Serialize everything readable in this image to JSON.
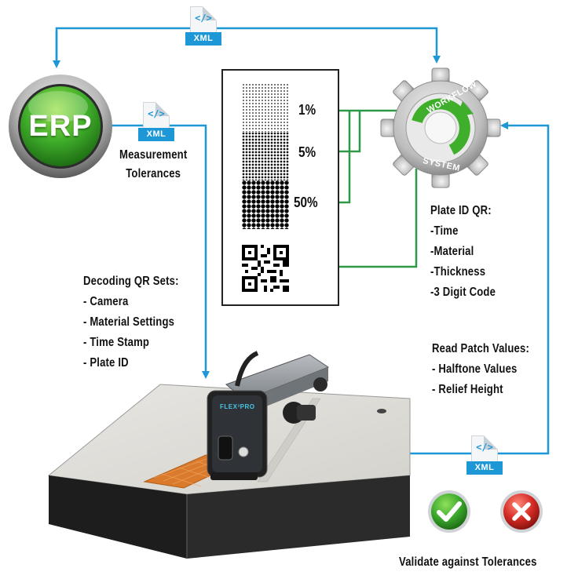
{
  "erp": {
    "label": "ERP"
  },
  "xml": {
    "tag": "XML",
    "code": "</>"
  },
  "workflow": {
    "top_text": "WORKFLOW",
    "bottom_text": "SYSTEM"
  },
  "measurement": {
    "line1": "Measurement",
    "line2": "Tolerances"
  },
  "patches": [
    {
      "label": "1%"
    },
    {
      "label": "5%"
    },
    {
      "label": "50%"
    }
  ],
  "plate_id": {
    "title": "Plate ID QR:",
    "items": [
      "-Time",
      "-Material",
      "-Thickness",
      "-3 Digit Code"
    ]
  },
  "decoding": {
    "title": "Decoding QR Sets:",
    "items": [
      "- Camera",
      "- Material Settings",
      "- Time Stamp",
      "- Plate ID"
    ]
  },
  "read_patch": {
    "title": "Read Patch Values:",
    "items": [
      "- Halftone Values",
      "- Relief Height"
    ]
  },
  "device": {
    "brand": "FLEX³PRO"
  },
  "validate": {
    "label": "Validate against Tolerances"
  },
  "colors": {
    "blue": "#1e97d6",
    "green": "#2e9a48",
    "erp_green": "#3fae2a",
    "reject_red": "#d42a24"
  }
}
